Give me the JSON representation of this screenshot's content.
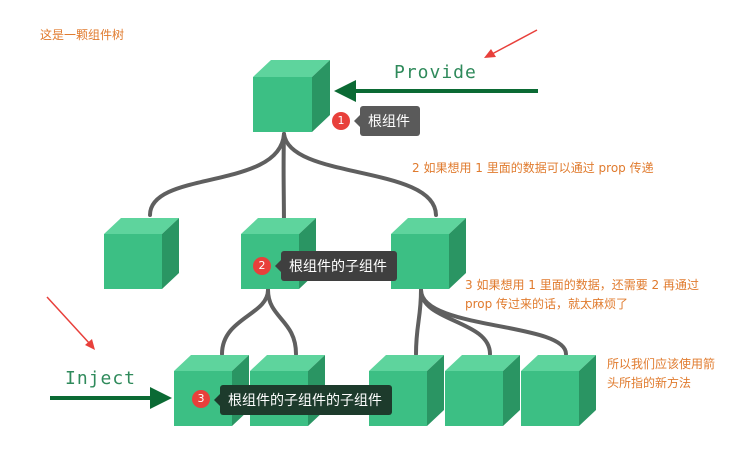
{
  "caption": "这是一颗组件树",
  "provide_label": "Provide",
  "inject_label": "Inject",
  "tags": {
    "root": {
      "num": "1",
      "text": "根组件"
    },
    "child": {
      "num": "2",
      "text": "根组件的子组件"
    },
    "grandchild": {
      "num": "3",
      "text": "根组件的子组件的子组件"
    }
  },
  "notes": {
    "note1": "2 如果想用 1 里面的数据可以通过 prop 传递",
    "note2": "3 如果想用 1 里面的数据，还需要 2 再通过\nprop 传过来的话，就太麻烦了",
    "note3": "所以我们应该使用箭\n头所指的新方法"
  },
  "colors": {
    "cube_front": "#3cbf84",
    "cube_top": "#5ed49d",
    "cube_side": "#2a9563",
    "edge": "#5f5f5f",
    "arrow": "#0b6a34",
    "annotation": "#e07b2e",
    "red_arrow": "#e8403b"
  }
}
